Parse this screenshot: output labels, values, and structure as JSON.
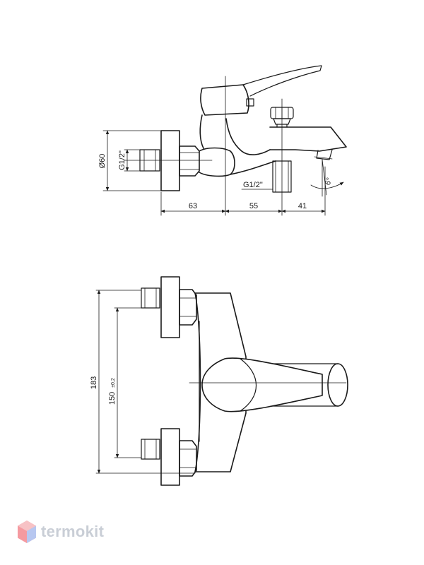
{
  "side_view": {
    "dims": {
      "diameter": "Ø60",
      "thread_left": "G1/2\"",
      "thread_right": "G1/2\"",
      "d1": "63",
      "d2": "55",
      "d3": "41",
      "angle": "6°"
    }
  },
  "top_view": {
    "dims": {
      "height": "183",
      "spacing": "150",
      "tolerance": "±0,2"
    }
  },
  "logo": {
    "text": "termokit"
  }
}
